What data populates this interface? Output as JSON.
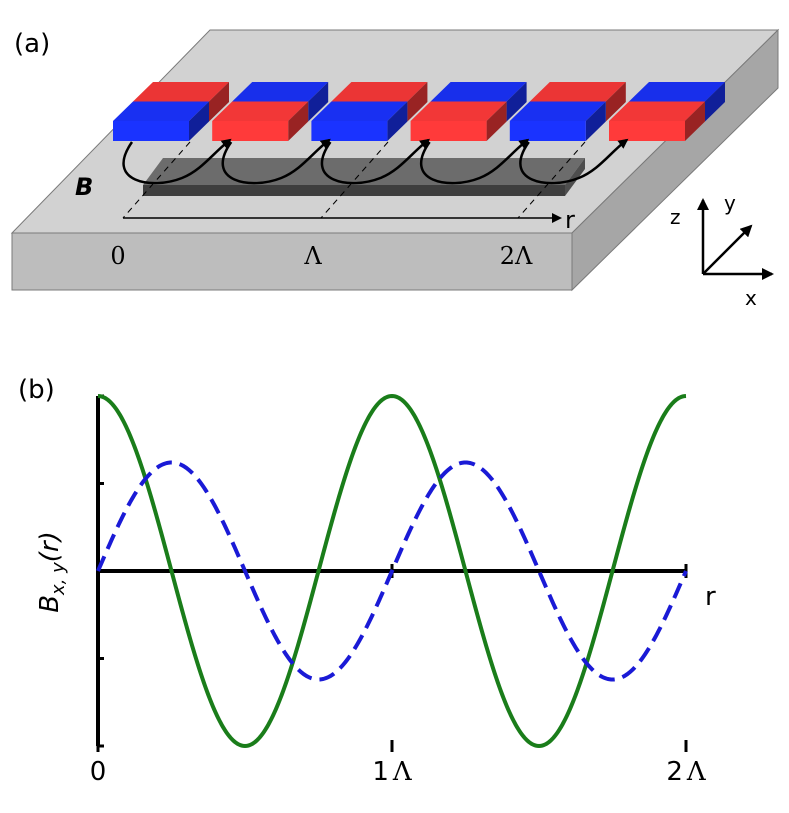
{
  "panel_a": {
    "label": "(a)",
    "field_label": "B",
    "r_axis_label": "r",
    "positions": [
      "0",
      "Λ",
      "2Λ"
    ],
    "axes": {
      "z": "z",
      "y": "y",
      "x": "x"
    },
    "magnet_colors": {
      "red": "#ff3a3a",
      "blue": "#1a33ff"
    },
    "magnet_sequence": [
      "blue-bottom",
      "red-bottom",
      "blue-bottom",
      "red-bottom",
      "blue-bottom",
      "red-bottom"
    ]
  },
  "panel_b": {
    "label": "(b)",
    "ylabel_main": "B",
    "ylabel_sub": "x, y",
    "ylabel_arg": "(r)",
    "xlabel": "r",
    "x_ticks": [
      {
        "num": "0",
        "sym": ""
      },
      {
        "num": "1",
        "sym": "Λ"
      },
      {
        "num": "2",
        "sym": "Λ"
      }
    ]
  },
  "chart_data": {
    "type": "line",
    "xlim": [
      0,
      2
    ],
    "ylim": [
      -1,
      1
    ],
    "grid": false,
    "x_ticks": [
      0,
      1,
      2
    ],
    "y_ticks": [
      -1,
      -0.5,
      0,
      0.5,
      1
    ],
    "series": [
      {
        "style": "solid",
        "color": "#1a7d1a",
        "amplitude": 1.0,
        "function": "cos(2πr)"
      },
      {
        "style": "dashed",
        "color": "#1a1ad6",
        "amplitude": 0.62,
        "function": "sin(2πr)"
      }
    ]
  }
}
